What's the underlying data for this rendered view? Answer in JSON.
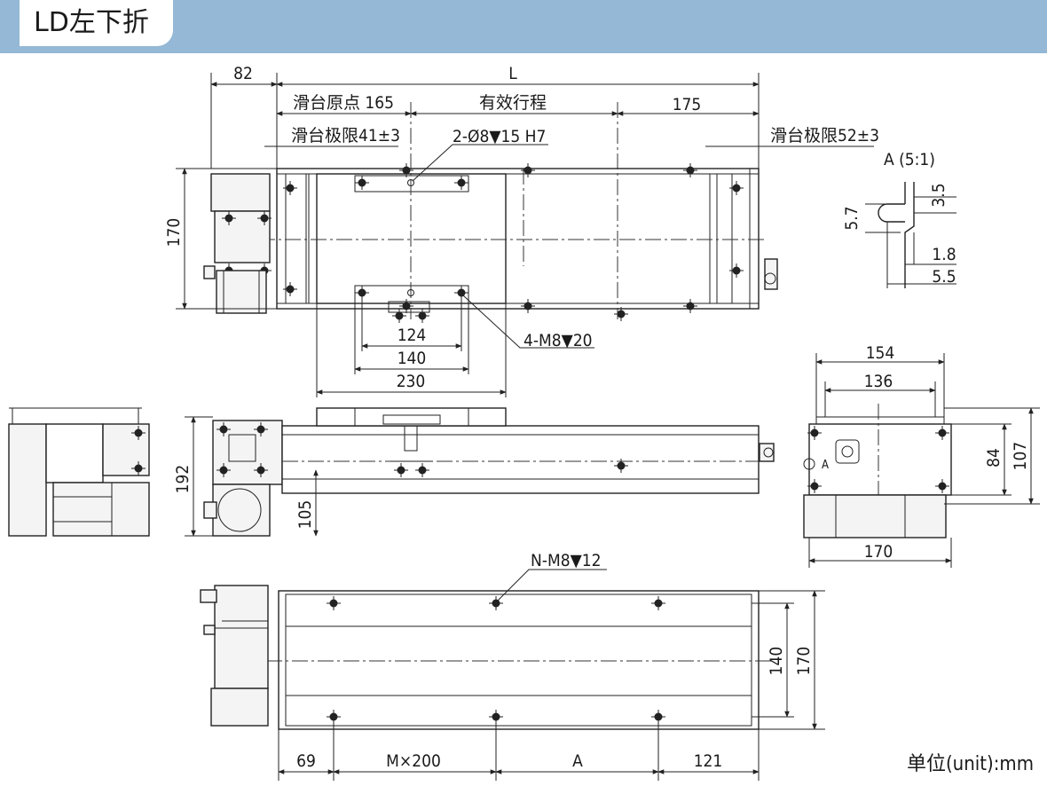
{
  "title": "LD左下折",
  "unit_label": "单位(unit):mm",
  "top_view": {
    "dim_82": "82",
    "dim_L": "L",
    "origin": "滑台原点 165",
    "stroke": "有效行程",
    "dim_175": "175",
    "limit_left": "滑台极限41±3",
    "limit_right": "滑台极限52±3",
    "hole_2": "2-Ø8▼15 H7",
    "detail_label": "A (5:1)",
    "dim_170": "170",
    "dim_124": "124",
    "dim_140": "140",
    "dim_230": "230",
    "hole_4": "4-M8▼20"
  },
  "detail_a": {
    "d35": "3.5",
    "d57": "5.7",
    "d18": "1.8",
    "d55": "5.5"
  },
  "front_view": {
    "dim_192": "192",
    "dim_105": "105"
  },
  "end_view": {
    "dim_154": "154",
    "dim_136": "136",
    "dim_84": "84",
    "dim_107": "107",
    "dim_170": "170",
    "marker_a": "A"
  },
  "bottom_view": {
    "hole_n": "N-M8▼12",
    "dim_140": "140",
    "dim_170": "170",
    "dim_69": "69",
    "dim_m200": "M×200",
    "dim_A": "A",
    "dim_121": "121"
  }
}
